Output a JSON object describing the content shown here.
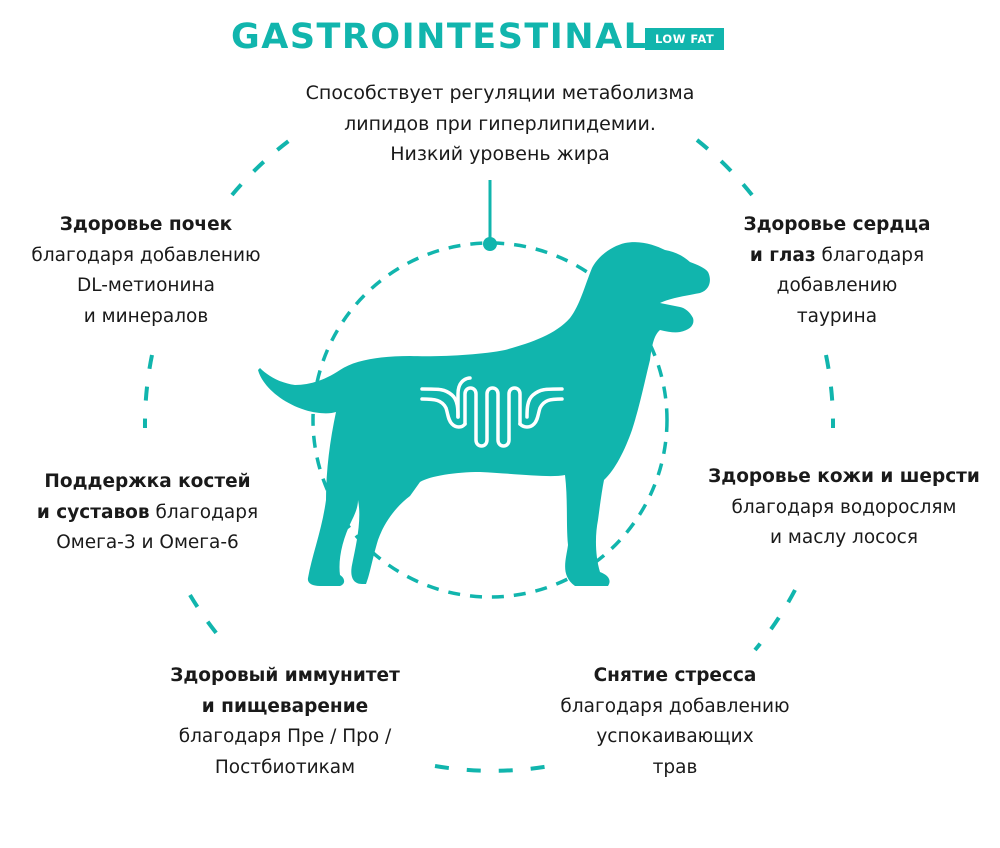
{
  "header": {
    "title": "GASTROINTESTINAL",
    "badge": "LOW FAT"
  },
  "colors": {
    "accent": "#11b5ad",
    "text": "#1a1a1a",
    "background": "#ffffff"
  },
  "intro": {
    "line1": "Способствует регуляции метаболизма",
    "line2": "липидов при гиперлипидемии.",
    "line3": "Низкий уровень жира"
  },
  "benefits": {
    "kidneys": {
      "title": "Здоровье почек",
      "line1": "благодаря добавлению",
      "line2": "DL-метионина",
      "line3": "и минералов"
    },
    "heart": {
      "title1": "Здоровье сердца",
      "title2": "и глаз",
      "rest2": " благодаря",
      "line3": "добавлению",
      "line4": "таурина"
    },
    "bones": {
      "title1": "Поддержка костей",
      "title2": "и суставов",
      "rest2": " благодаря",
      "line3": "Омега-3 и Омега-6"
    },
    "skin": {
      "title": "Здоровье кожи и шерсти",
      "line1": "благодаря водорослям",
      "line2": "и маслу лосося"
    },
    "immunity": {
      "title1": "Здоровый иммунитет",
      "title2": "и пищеварение",
      "line3": "благодаря Пре / Про /",
      "line4": "Постбиотикам"
    },
    "stress": {
      "title": "Снятие стресса",
      "line1": "благодаря добавлению",
      "line2": "успокаивающих",
      "line3": "трав"
    }
  },
  "icons": {
    "center": "dog-silhouette-icon",
    "organ": "intestine-icon"
  }
}
